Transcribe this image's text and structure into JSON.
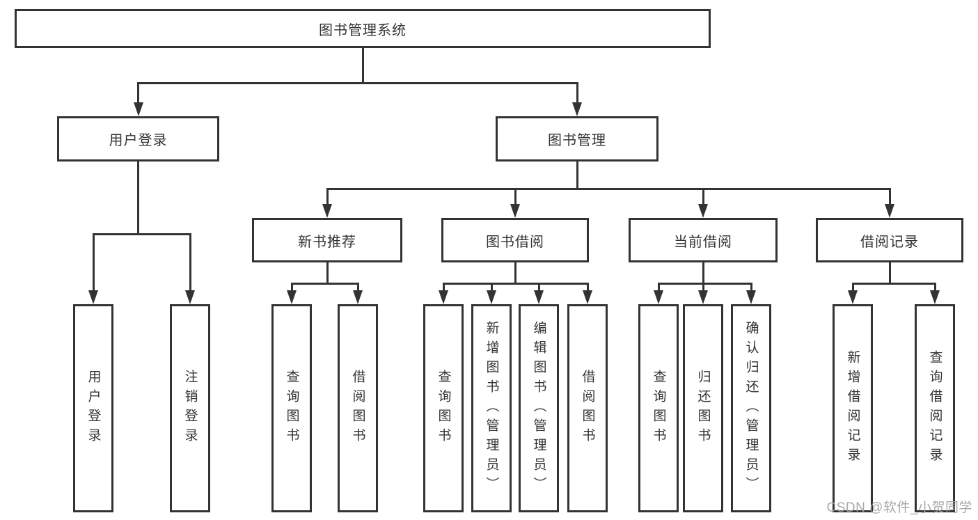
{
  "tree": {
    "label": "图书管理系统",
    "children": [
      {
        "label": "用户登录",
        "children": [
          {
            "label": "用户登录"
          },
          {
            "label": "注销登录"
          }
        ]
      },
      {
        "label": "图书管理",
        "children": [
          {
            "label": "新书推荐",
            "children": [
              {
                "label": "查询图书"
              },
              {
                "label": "借阅图书"
              }
            ]
          },
          {
            "label": "图书借阅",
            "children": [
              {
                "label": "查询图书"
              },
              {
                "label": "新增图书（管理员）"
              },
              {
                "label": "编辑图书（管理员）"
              },
              {
                "label": "借阅图书"
              }
            ]
          },
          {
            "label": "当前借阅",
            "children": [
              {
                "label": "查询图书"
              },
              {
                "label": "归还图书"
              },
              {
                "label": "确认归还（管理员）"
              }
            ]
          },
          {
            "label": "借阅记录",
            "children": [
              {
                "label": "新增借阅记录"
              },
              {
                "label": "查询借阅记录"
              }
            ]
          }
        ]
      }
    ]
  },
  "watermark": {
    "text": "CSDN @软件_小贺同学"
  },
  "colors": {
    "line": "#333333",
    "text": "#333333",
    "background": "#ffffff",
    "watermark": "#a3a3a3"
  }
}
